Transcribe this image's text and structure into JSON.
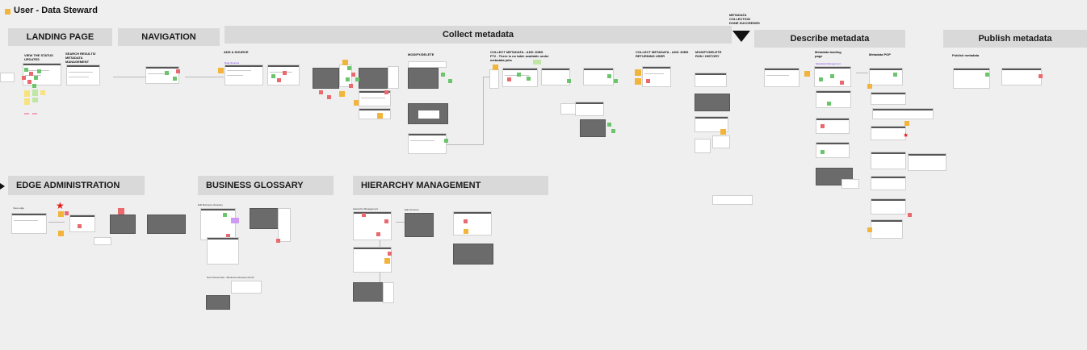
{
  "header": {
    "title": "User - Data Steward"
  },
  "sections": {
    "landing_page": "LANDING PAGE",
    "navigation": "NAVIGATION",
    "collect_metadata": "Collect metadata",
    "describe_metadata": "Describe metadata",
    "publish_metadata": "Publish metadata",
    "edge_administration": "EDGE ADMINISTRATION",
    "business_glossary": "BUSINESS GLOSSARY",
    "hierarchy_management": "HIERARCHY MANAGEMENT"
  },
  "milestone": {
    "label": "METADATA\nCOLLECTION\nDONE SUCCEEDED"
  },
  "labels": {
    "view_status": "VIEW THE STATUS\nUPDATES",
    "search_results": "SEARCH RESULTS/\nMETADATA\nMANAGEMENT",
    "add_source": "ADD A SOURCE",
    "modify_delete": "MODIFY/DELETE",
    "add_jobs": "COLLECT METADATA - ADD JOBS\nFT2 - There is no table available under\nmetadata jobs",
    "add_jobs_returning": "COLLECT METADATA - ADD JOBS\nRETURNING USER",
    "modify_delete_run": "MODIFY/DELETE\nRUN / HISTORY",
    "metadata_landing": "Metadata landing\npage",
    "metadata_pop": "Metadata POP",
    "publish_metadata_small": "Publish metadata",
    "view_edge": "View edge",
    "edit_business_glossary": "Edit Business Glossary",
    "new_screenshot_glossary": "New Screenshot - Business Glossary (IA13)",
    "hierarchy_mgmt_small": "Hierarchy Management",
    "edit_structure": "Edit structure"
  },
  "colors": {
    "title_bar": "#d9d9d9",
    "sticky_green": "#6cc56c",
    "sticky_red": "#e8696e",
    "sticky_orange": "#f2b43a",
    "sticky_yellow": "#f7e27b",
    "background": "#efefef"
  },
  "icons": [
    "steward-square-icon",
    "milestone-triangle-icon",
    "edge-arrow-icon",
    "red-star-icon"
  ]
}
